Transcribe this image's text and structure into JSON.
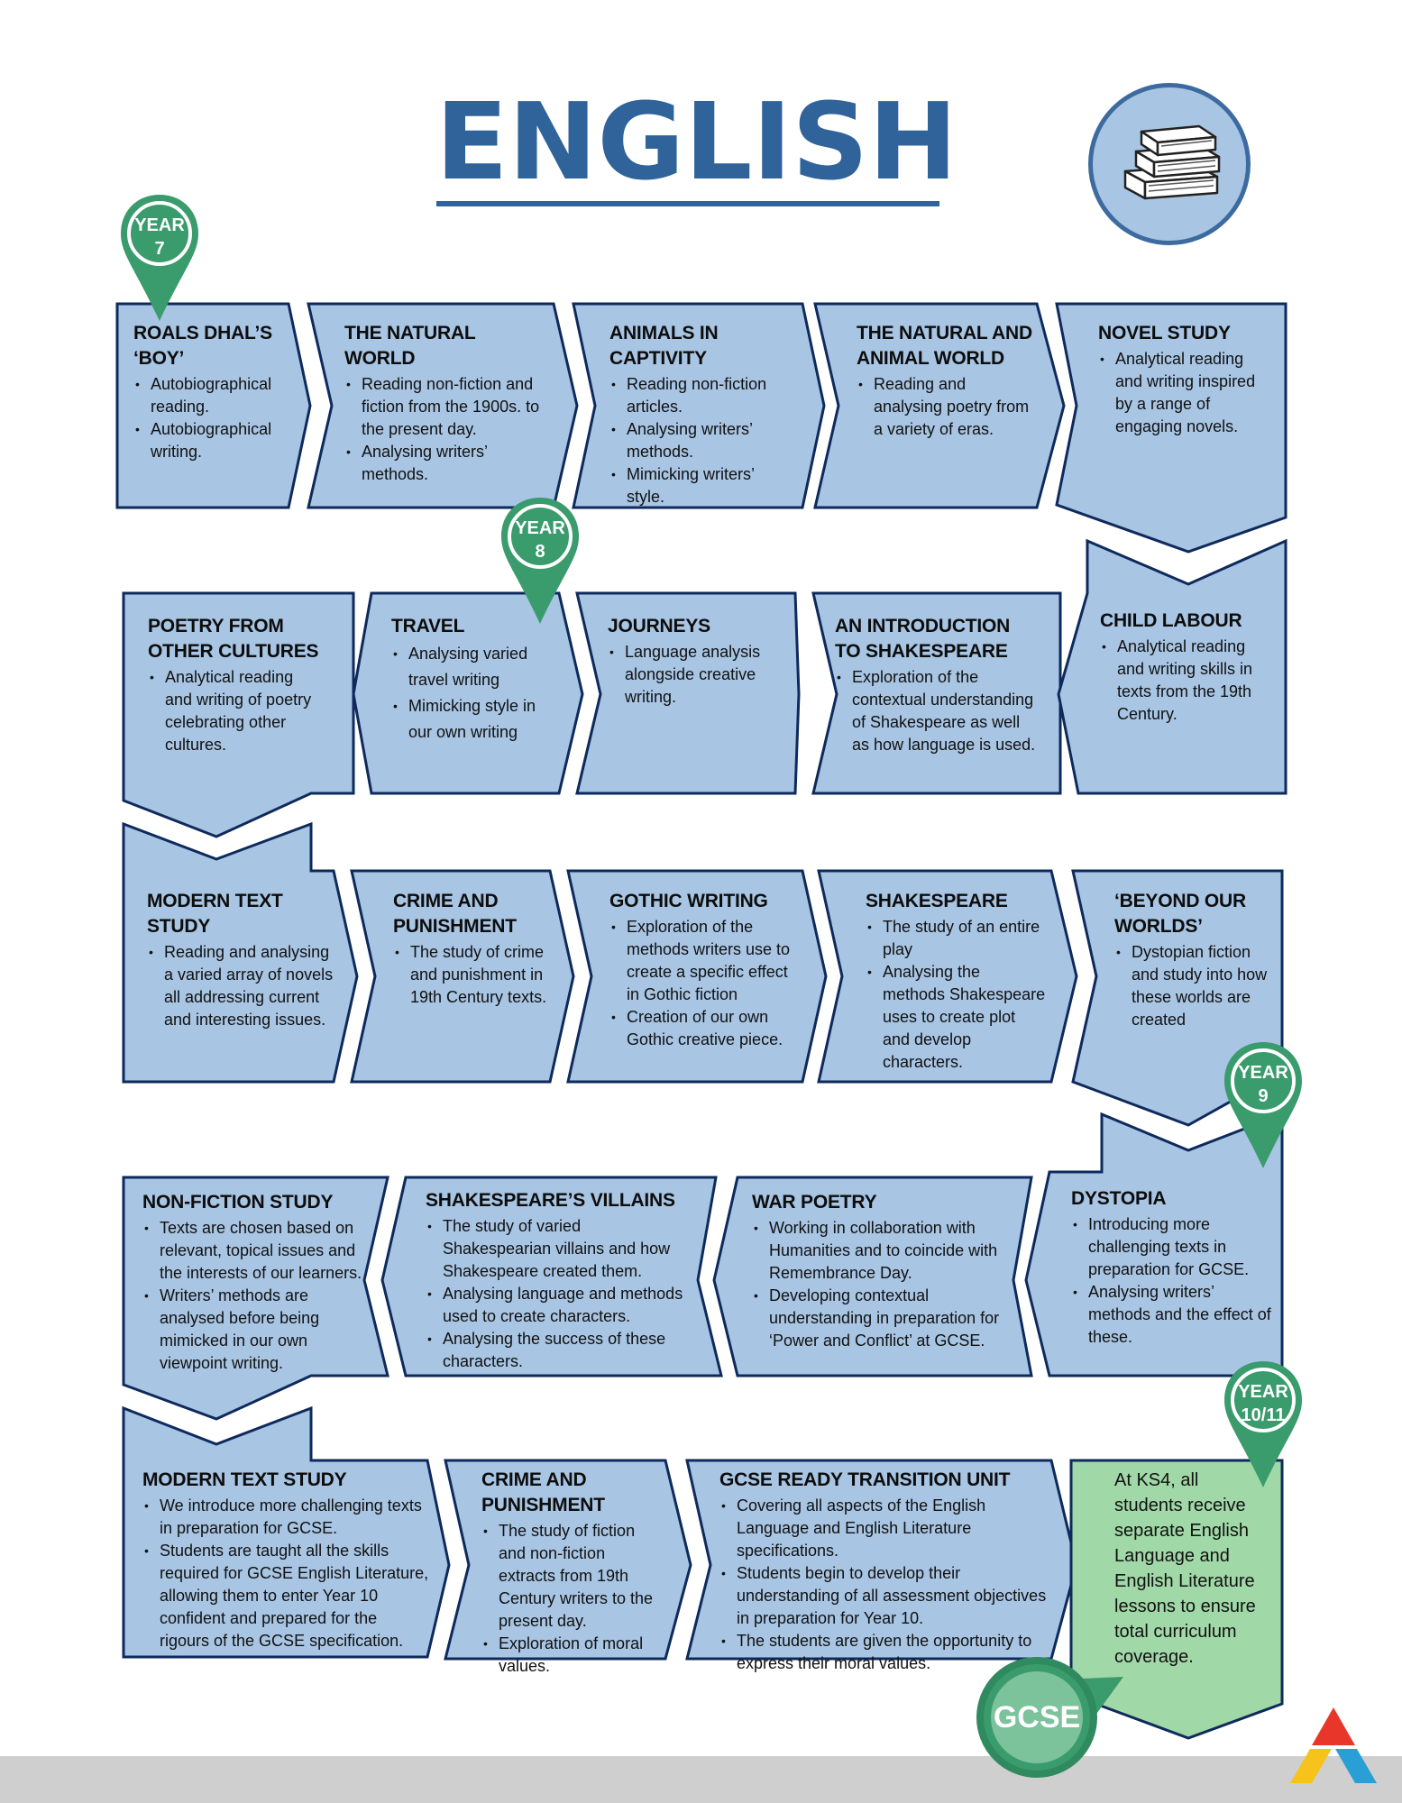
{
  "title": "ENGLISH",
  "colors": {
    "title": "#2f6399",
    "card_fill": "#a8c5e3",
    "card_stroke": "#0e2a5c",
    "final_fill": "#a1d8a7",
    "pin": "#3a9b6c",
    "footer": "#cfcfcf"
  },
  "icons": [
    "books-icon",
    "location-pin-icon",
    "triangle-logo-icon"
  ],
  "pins": [
    {
      "line1": "YEAR",
      "line2": "7"
    },
    {
      "line1": "YEAR",
      "line2": "8"
    },
    {
      "line1": "YEAR",
      "line2": "9"
    },
    {
      "line1": "YEAR",
      "line2": "10/11"
    }
  ],
  "gcse_label": "GCSE",
  "units": [
    {
      "title": "ROALS DHAL’S ‘BOY’",
      "bullets": [
        "Autobiographical reading.",
        "Autobiographical writing."
      ]
    },
    {
      "title": "THE NATURAL WORLD",
      "bullets": [
        "Reading non-fiction and fiction from the 1900s. to the present day.",
        "Analysing writers’ methods."
      ]
    },
    {
      "title": "ANIMALS IN CAPTIVITY",
      "bullets": [
        "Reading non-fiction articles.",
        "Analysing writers’ methods.",
        "Mimicking writers’ style."
      ]
    },
    {
      "title": "THE NATURAL AND ANIMAL WORLD",
      "bullets": [
        "Reading and analysing poetry from a variety of eras."
      ]
    },
    {
      "title": "NOVEL STUDY",
      "bullets": [
        "Analytical reading and writing inspired by a range of engaging novels."
      ]
    },
    {
      "title": "POETRY FROM OTHER CULTURES",
      "bullets": [
        "Analytical reading and writing of poetry celebrating other cultures."
      ]
    },
    {
      "title": "TRAVEL",
      "bullets": [
        "Analysing varied travel writing",
        "Mimicking style in our own writing"
      ]
    },
    {
      "title": "JOURNEYS",
      "bullets": [
        "Language analysis alongside creative writing."
      ]
    },
    {
      "title": "AN INTRODUCTION TO SHAKESPEARE",
      "bullets": [
        "Exploration of the contextual understanding of Shakespeare as well as how language is used."
      ]
    },
    {
      "title": "CHILD LABOUR",
      "bullets": [
        "Analytical reading and writing skills in texts from the 19th Century."
      ]
    },
    {
      "title": "MODERN TEXT STUDY",
      "bullets": [
        "Reading and analysing a varied array of novels all addressing current and interesting issues."
      ]
    },
    {
      "title": "CRIME AND PUNISHMENT",
      "bullets": [
        "The study of crime and punishment in 19th Century texts."
      ]
    },
    {
      "title": "GOTHIC WRITING",
      "bullets": [
        "Exploration of the methods writers use to create a specific effect in Gothic fiction",
        "Creation of our own Gothic creative piece."
      ]
    },
    {
      "title": "SHAKESPEARE",
      "bullets": [
        "The study of an entire play",
        "Analysing the methods Shakespeare uses to create plot and develop characters."
      ]
    },
    {
      "title": "‘BEYOND OUR WORLDS’",
      "bullets": [
        "Dystopian fiction and study into how these worlds are created"
      ]
    },
    {
      "title": "NON-FICTION STUDY",
      "bullets": [
        "Texts are chosen based on relevant, topical issues and the interests of our learners.",
        "Writers’ methods are analysed before being mimicked in our own viewpoint writing."
      ]
    },
    {
      "title": "SHAKESPEARE’S VILLAINS",
      "bullets": [
        "The study of varied Shakespearian villains and how Shakespeare created them.",
        "Analysing language and methods used to create characters.",
        "Analysing the success of these characters."
      ]
    },
    {
      "title": "WAR POETRY",
      "bullets": [
        "Working in collaboration with Humanities and to coincide with Remembrance Day.",
        "Developing contextual understanding in preparation for ‘Power and Conflict’ at GCSE."
      ]
    },
    {
      "title": "DYSTOPIA",
      "bullets": [
        "Introducing more challenging texts in preparation for GCSE.",
        "Analysing writers’ methods and the effect of these."
      ]
    },
    {
      "title": "MODERN TEXT STUDY",
      "bullets": [
        "We introduce more challenging texts in preparation for GCSE.",
        "Students are taught all the skills required for GCSE English Literature, allowing them to enter Year 10 confident and prepared for the rigours of the GCSE specification."
      ]
    },
    {
      "title": "CRIME AND PUNISHMENT",
      "bullets": [
        "The study of fiction and non-fiction extracts from 19th Century writers to the present day.",
        "Exploration of moral values."
      ]
    },
    {
      "title": "GCSE READY TRANSITION UNIT",
      "bullets": [
        "Covering all aspects of the English Language and English Literature specifications.",
        "Students begin to develop their understanding of all assessment objectives in preparation for Year 10.",
        "The students are given the opportunity to express their moral values."
      ]
    },
    {
      "title": "",
      "text": "At KS4, all students receive separate English Language and English Literature lessons to ensure total curriculum coverage."
    }
  ]
}
